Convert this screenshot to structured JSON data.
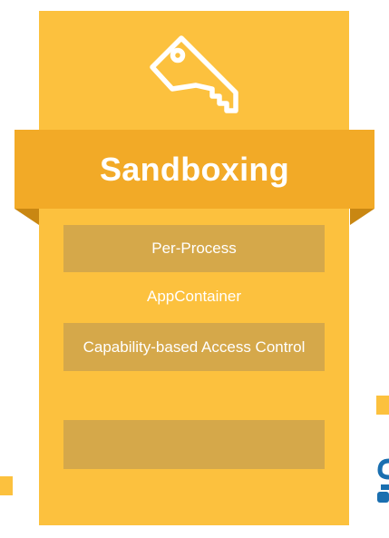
{
  "card": {
    "title": "Sandboxing",
    "icon": "key-icon",
    "items": [
      {
        "label": "Per-Process",
        "style": "boxed"
      },
      {
        "label": "AppContainer",
        "style": "plain"
      },
      {
        "label": "Capability-based Access Control",
        "style": "boxed"
      },
      {
        "label": "",
        "style": "boxed"
      }
    ]
  },
  "colors": {
    "card": "#fcc13e",
    "ribbon": "#f2aa27",
    "ribbon_fold": "#c98712",
    "item_box": "#d5a84a",
    "text": "#ffffff",
    "edge_logo": "#1a6fb0"
  }
}
